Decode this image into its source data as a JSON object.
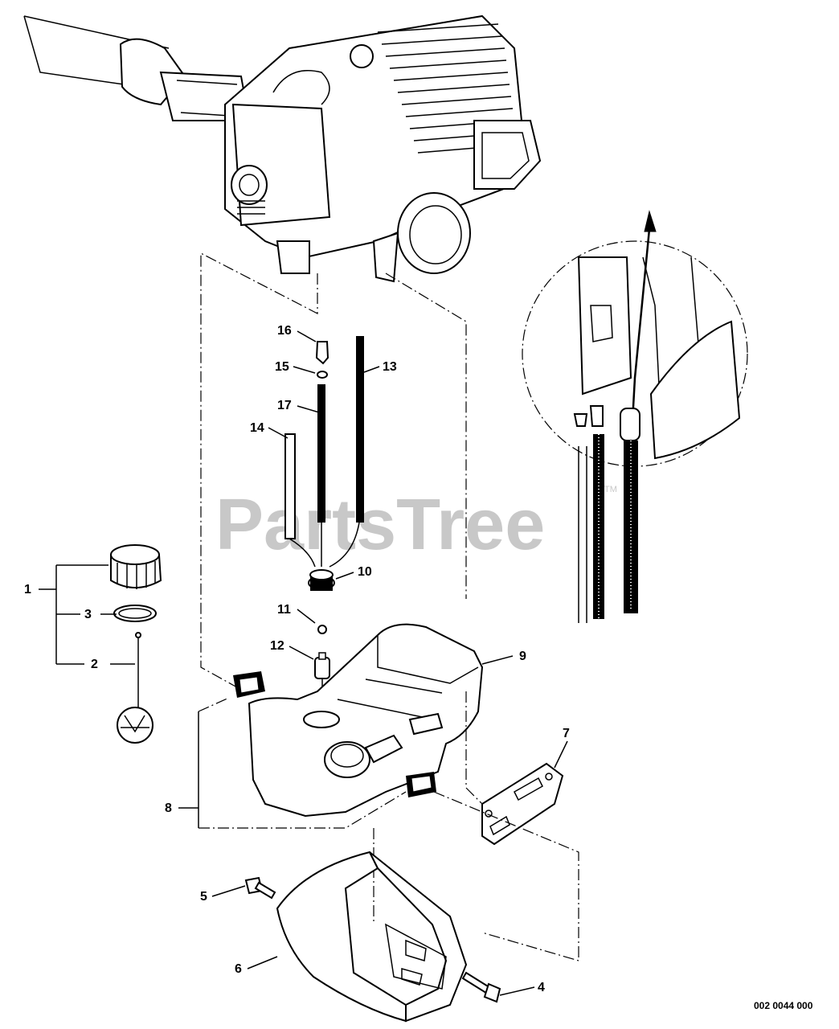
{
  "watermark": {
    "text": "PartsTree",
    "trademark": "TM"
  },
  "drawing_code": "002 0044 000",
  "callouts": [
    "1",
    "2",
    "3",
    "4",
    "5",
    "6",
    "7",
    "8",
    "9",
    "10",
    "11",
    "12",
    "13",
    "14",
    "15",
    "16",
    "17"
  ]
}
